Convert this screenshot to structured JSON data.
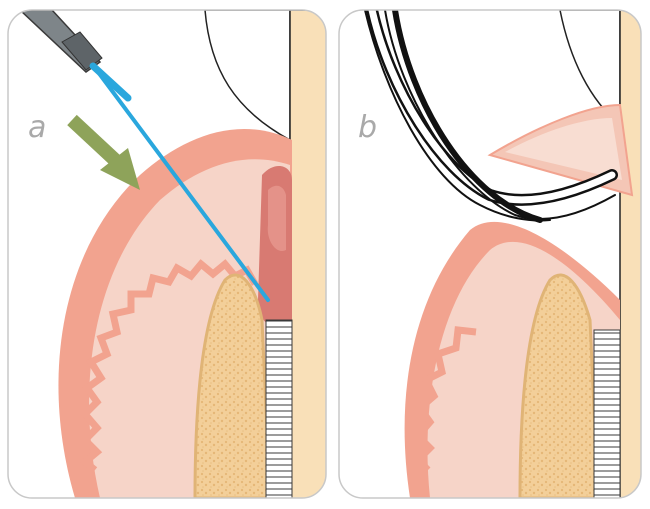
{
  "panels": [
    {
      "id": "a",
      "label": "a"
    },
    {
      "id": "b",
      "label": "b"
    }
  ],
  "colors": {
    "frame": "#c8c8c8",
    "gum_outer": "#f2a38f",
    "gum_inner": "#f6d4c8",
    "gum_highlight": "#fbe7df",
    "bone": "#f3cf99",
    "bone_texture": "#e5b777",
    "tooth": "#f9e0b8",
    "tooth_outline": "#222222",
    "pocket": "#d87a72",
    "laser_fiber": "#2aa7dd",
    "handpiece": "#7e8589",
    "arrow": "#8ea35a",
    "instrument": "#111111",
    "label": "#a9a9a9"
  },
  "icons": {
    "arrow": "direction-arrow-icon",
    "laser": "laser-handpiece-icon",
    "forceps": "tissue-forceps-icon"
  }
}
